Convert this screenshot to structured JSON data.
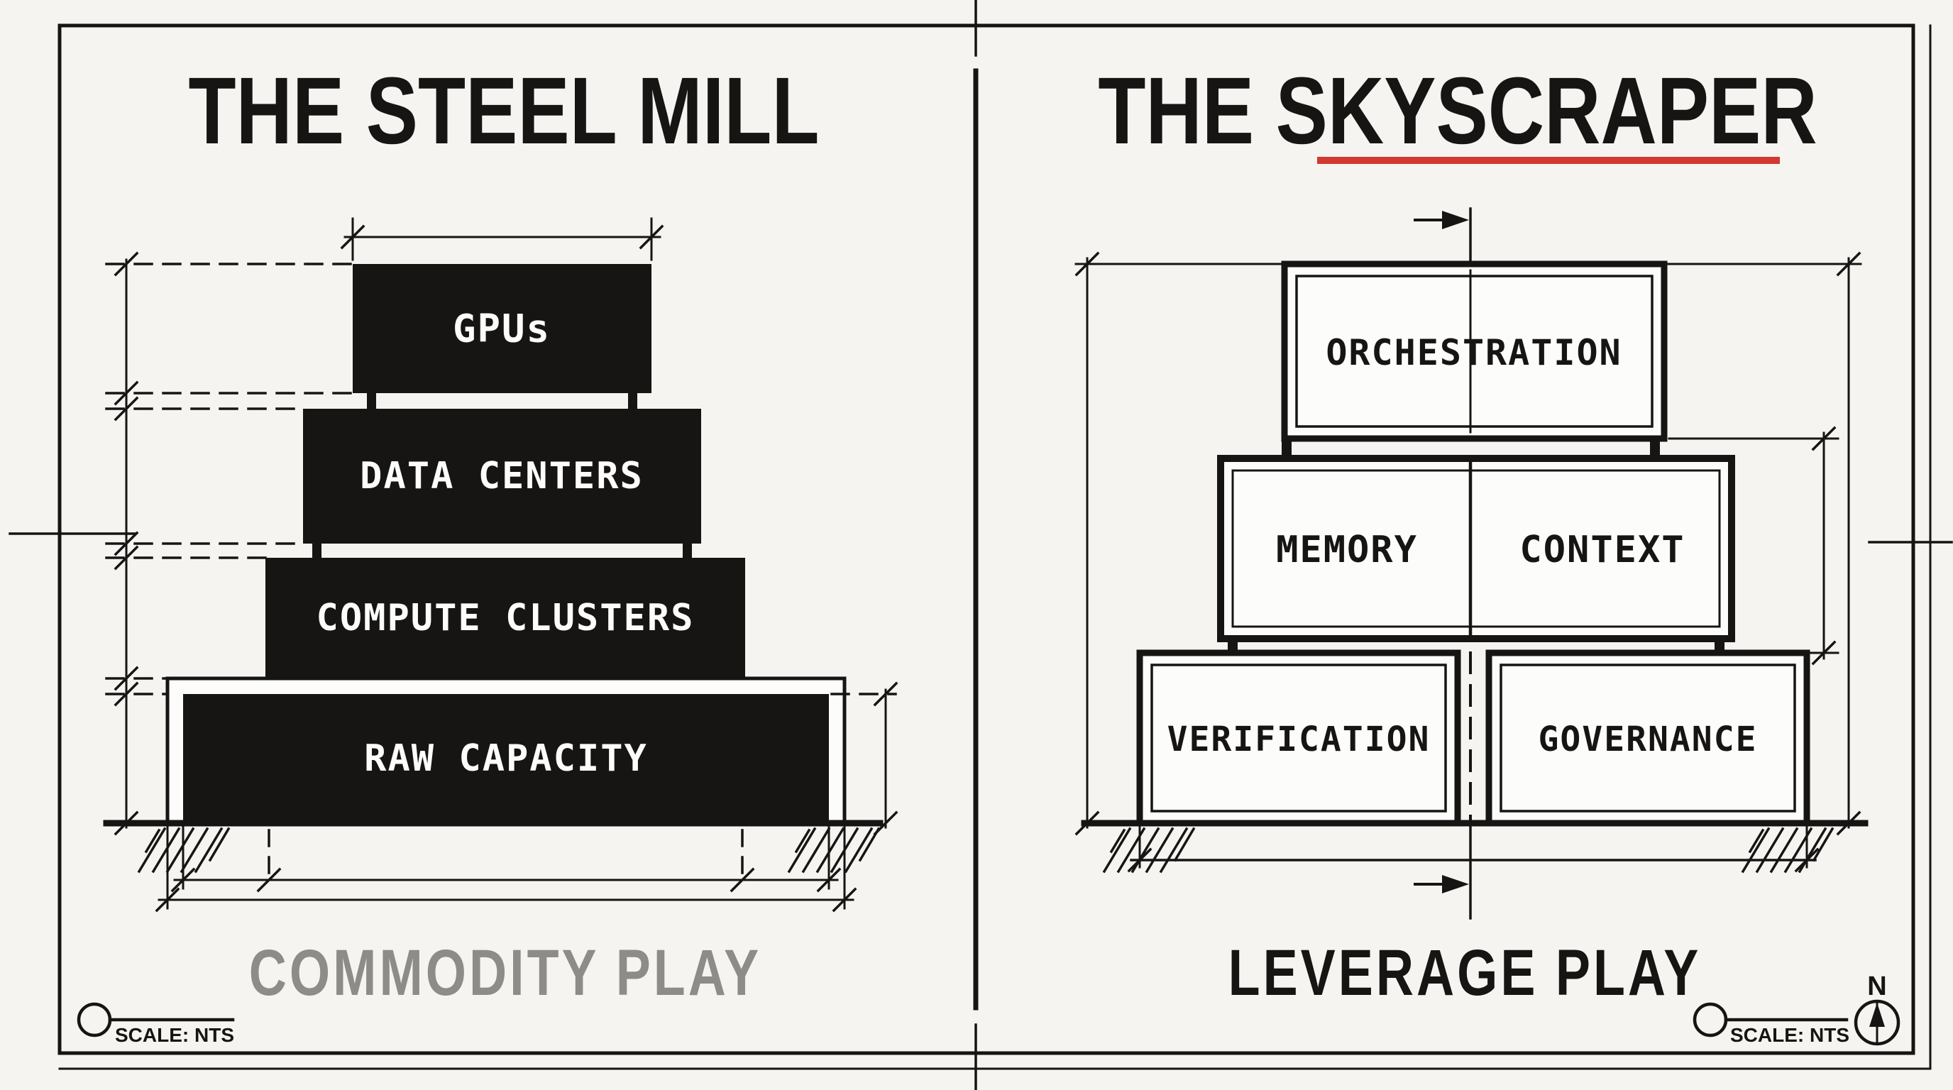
{
  "left": {
    "title": "THE STEEL MILL",
    "blocks": [
      "GPUs",
      "DATA CENTERS",
      "COMPUTE CLUSTERS",
      "RAW CAPACITY"
    ],
    "caption": "COMMODITY PLAY",
    "scale_label": "SCALE: NTS"
  },
  "right": {
    "title": "THE SKYSCRAPER",
    "blocks": [
      "ORCHESTRATION",
      "MEMORY",
      "CONTEXT",
      "VERIFICATION",
      "GOVERNANCE"
    ],
    "caption": "LEVERAGE PLAY",
    "scale_label": "SCALE: NTS",
    "compass_label": "N"
  },
  "colors": {
    "paper": "#f5f4f1",
    "ink": "#171514",
    "gray": "#8d8c89",
    "red": "#d13931",
    "white": "#fcfcfb"
  }
}
